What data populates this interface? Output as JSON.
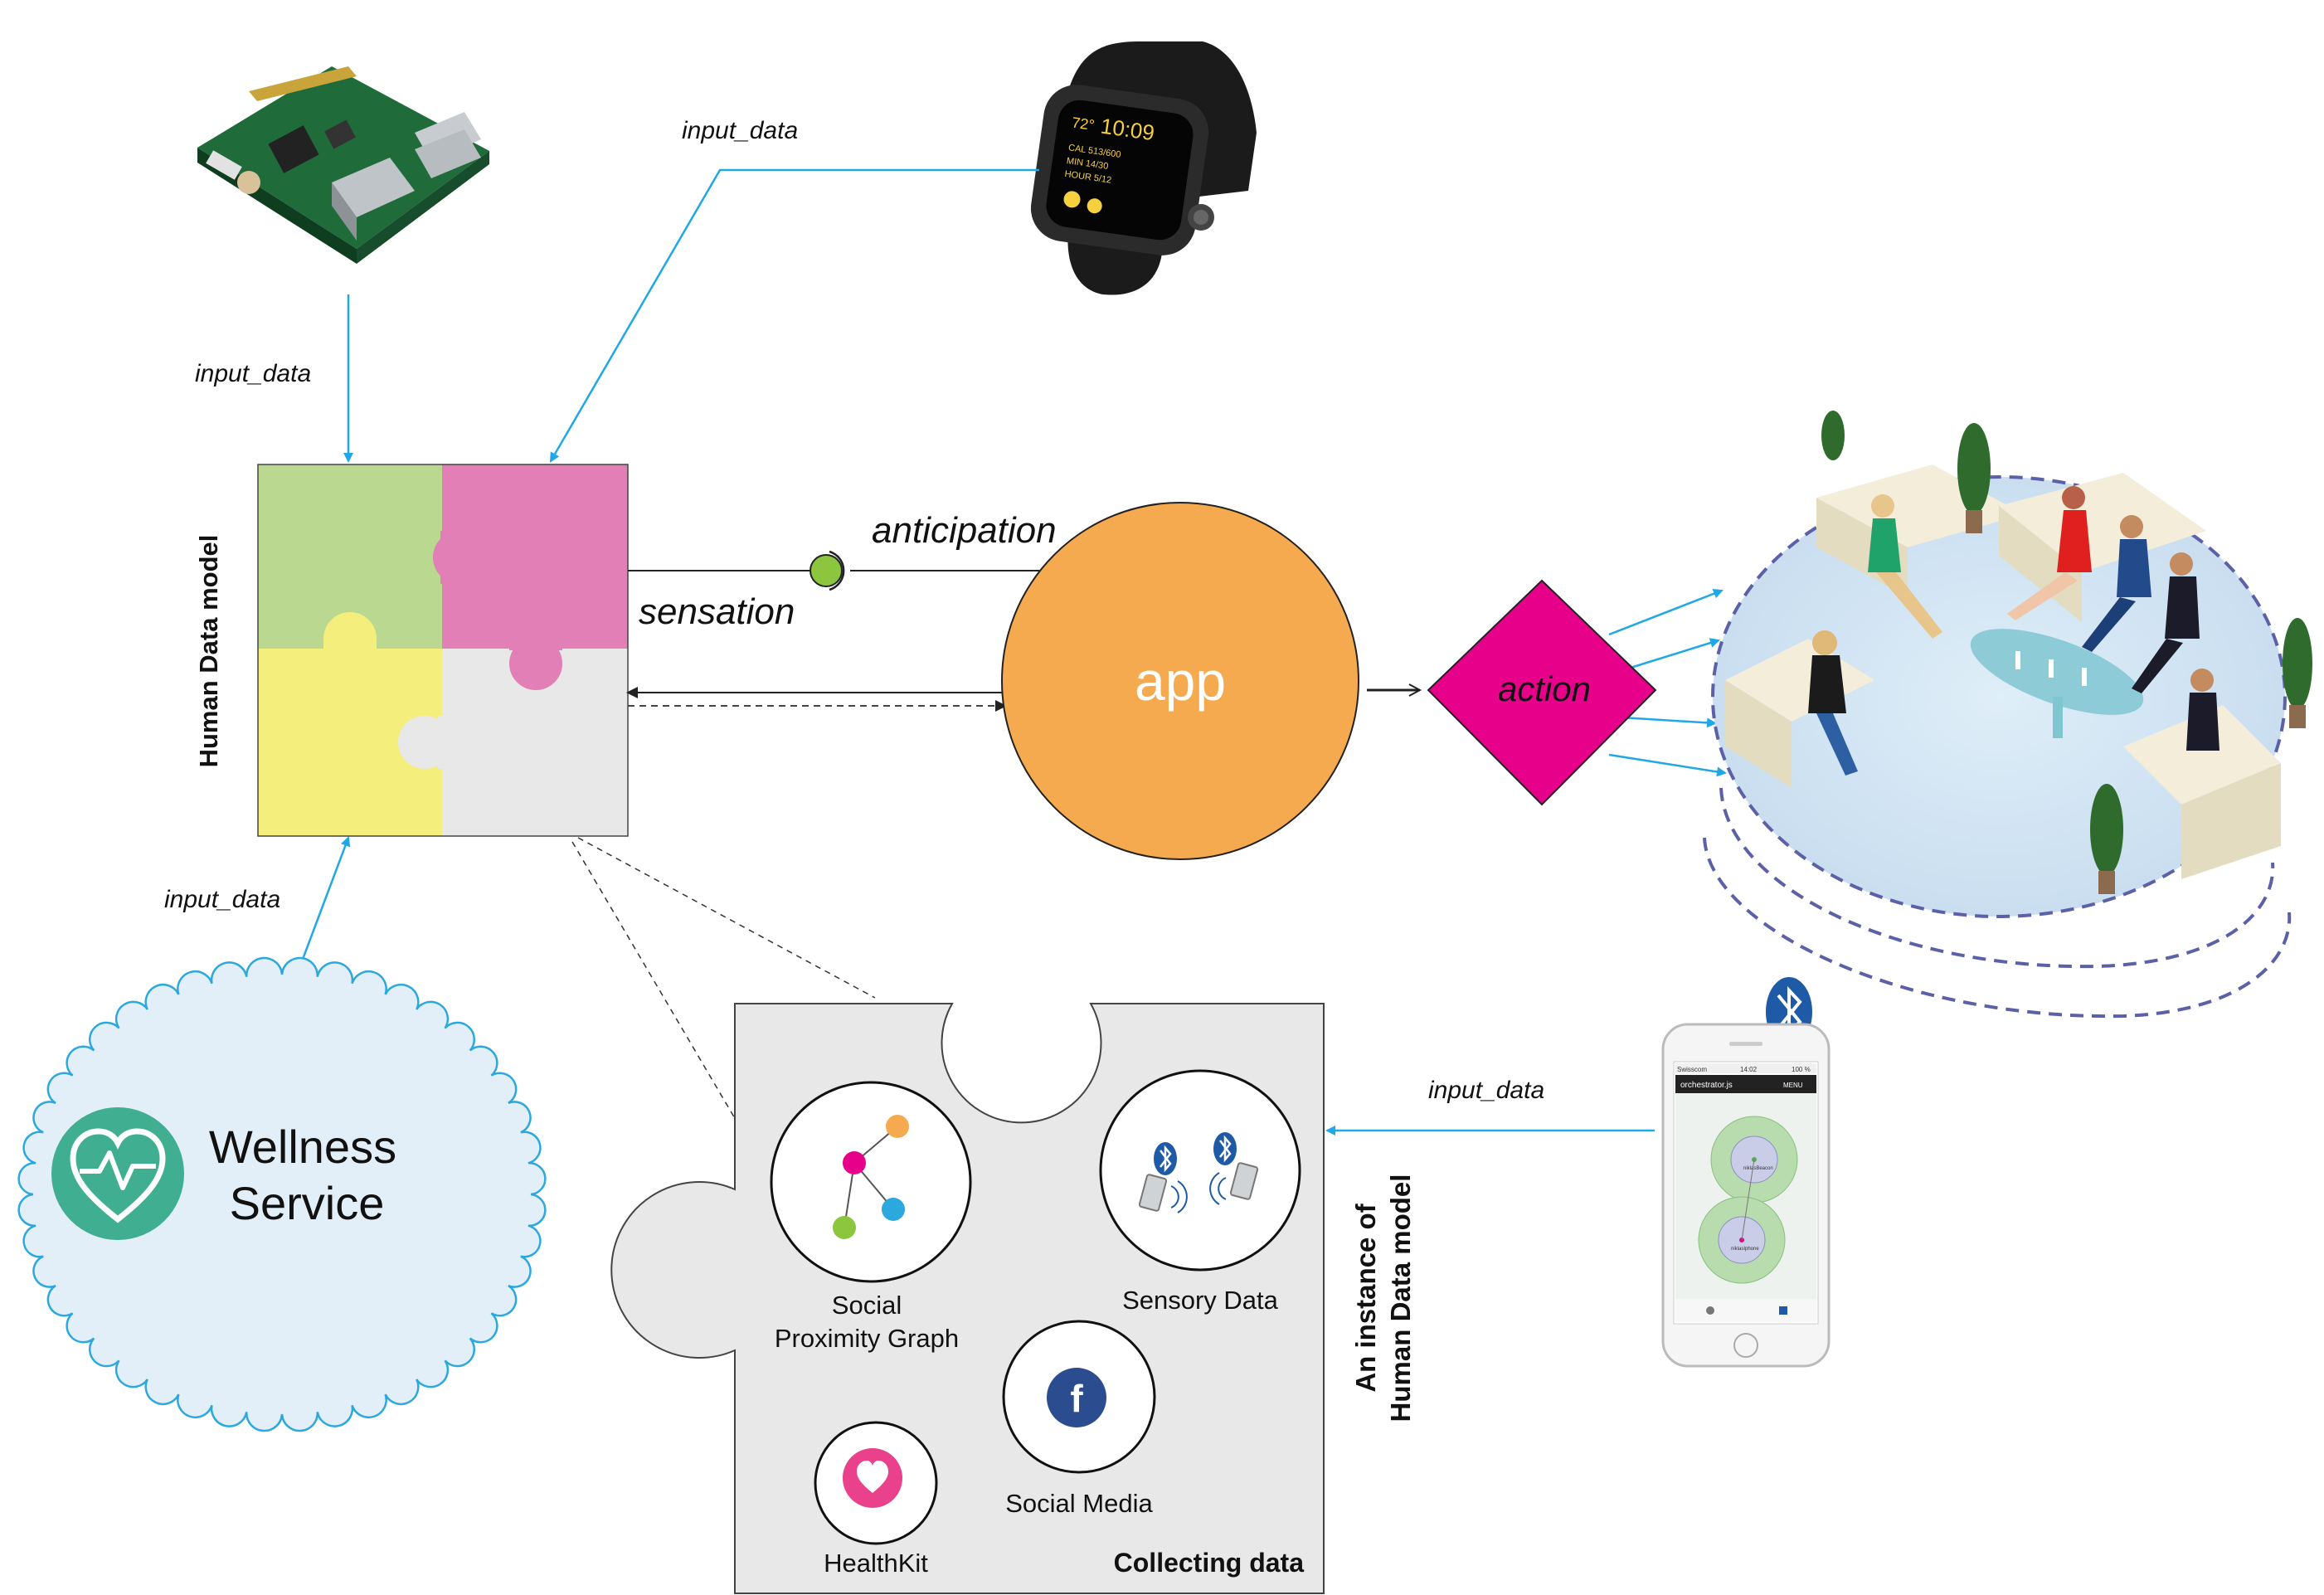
{
  "colors": {
    "arrow_blue": "#20a8e6",
    "piece_green": "#bad88f",
    "piece_pink": "#e27fb6",
    "piece_yellow": "#f4ee7c",
    "piece_grey": "#e8e8e9",
    "app_orange": "#f6aa4f",
    "action_magenta": "#e7008a",
    "cloud_fill": "#e3eff8",
    "cloud_stroke": "#2ba8de",
    "wellness_teal": "#3fae91",
    "healthkit_pink": "#e9418c",
    "facebook_blue": "#2b4c8f",
    "bluetooth_blue": "#1f5aa6",
    "sensation_green": "#8cc63f",
    "dash_purple": "#5c61a7"
  },
  "labels": {
    "input_data_rpi": "input_data",
    "input_data_watch": "input_data",
    "input_data_cloud": "input_data",
    "input_data_phone": "input_data",
    "human_data_model": "Human Data model",
    "anticipation": "anticipation",
    "sensation": "sensation",
    "app": "app",
    "action": "action",
    "wellness_line1": "Wellness",
    "wellness_line2": "Service",
    "instance_line1": "An instance of",
    "instance_line2": "Human Data model",
    "collecting_data": "Collecting data"
  },
  "collecting_items": {
    "social_graph_line1": "Social",
    "social_graph_line2": "Proximity Graph",
    "sensory_data": "Sensory Data",
    "social_media": "Social Media",
    "healthkit": "HealthKit",
    "facebook_glyph": "f"
  },
  "watch": {
    "temp": "72°",
    "time": "10:09",
    "row1": "CAL   513/600",
    "row2": "MIN   14/30",
    "row3": "HOUR  5/12"
  },
  "phone": {
    "carrier": "Swisscom",
    "clock": "14:02",
    "battery": "100 %",
    "app_title": "orchestrator.js",
    "menu": "MENU",
    "node1": "niklasBeacon",
    "node2": "niklasIphone"
  },
  "icons": {
    "raspberry_pi": "raspberry-pi-board-icon",
    "smartwatch": "smartwatch-icon",
    "heart_pulse": "heart-pulse-icon",
    "bluetooth": "bluetooth-icon",
    "facebook": "facebook-icon",
    "heart": "heart-icon",
    "lounge": "lounge-meeting-scene"
  }
}
